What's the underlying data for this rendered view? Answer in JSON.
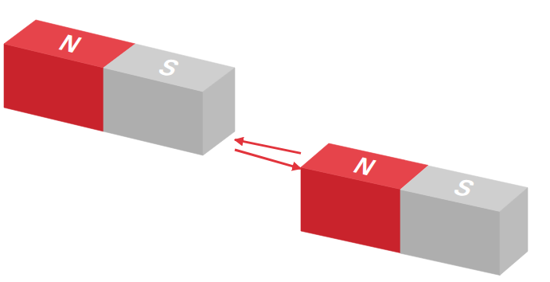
{
  "diagram": {
    "nodes": [
      {
        "text": [
          "N"
        ]
      },
      {
        "text": [
          "S"
        ]
      },
      {
        "text": [
          "N"
        ]
      },
      {
        "text": [
          "S"
        ]
      }
    ],
    "edges": [
      {
        "from": 2,
        "to": 1,
        "arrow": "to"
      },
      {
        "from": 1,
        "to": 2,
        "arrow": "to"
      }
    ]
  }
}
